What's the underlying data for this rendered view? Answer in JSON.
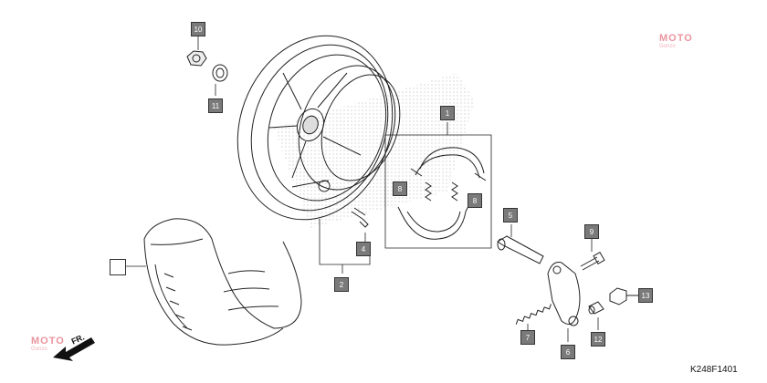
{
  "diagram": {
    "code": "K248F1401",
    "direction_label": "FR.",
    "watermark": {
      "text": "MOTO",
      "subtext": "Gonzo"
    },
    "callouts": [
      {
        "id": "c1",
        "label": "1"
      },
      {
        "id": "c2",
        "label": "2"
      },
      {
        "id": "c4",
        "label": "4"
      },
      {
        "id": "c5",
        "label": "5"
      },
      {
        "id": "c6",
        "label": "6"
      },
      {
        "id": "c7",
        "label": "7"
      },
      {
        "id": "c8a",
        "label": "8"
      },
      {
        "id": "c8b",
        "label": "8"
      },
      {
        "id": "c9",
        "label": "9"
      },
      {
        "id": "c10",
        "label": "10"
      },
      {
        "id": "c11",
        "label": "11"
      },
      {
        "id": "c12",
        "label": "12"
      },
      {
        "id": "c13",
        "label": "13"
      },
      {
        "id": "cblank",
        "label": ""
      }
    ],
    "colors": {
      "callout_fill": "#7a7a7a",
      "line": "#222222",
      "watermark": "#e47a86"
    }
  }
}
